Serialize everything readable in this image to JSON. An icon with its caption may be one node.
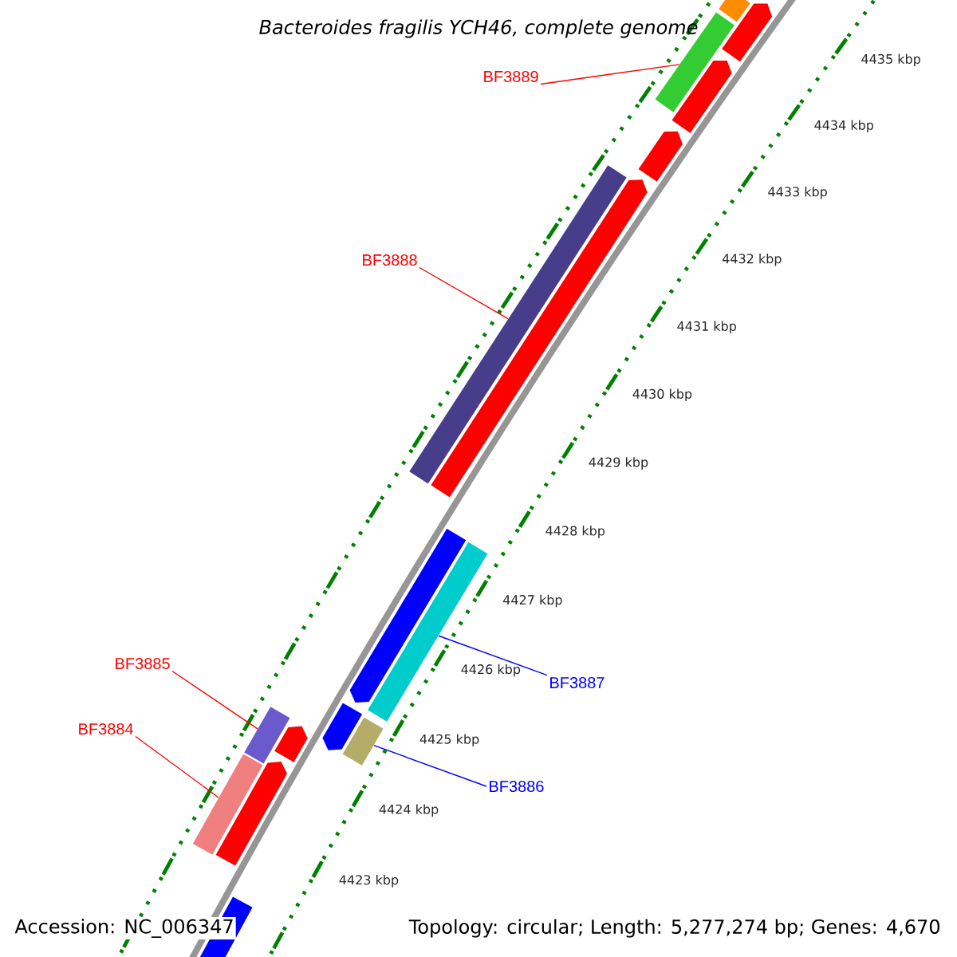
{
  "diagram": {
    "title": "Bacteroides fragilis YCH46, complete genome",
    "nodes": [
      {
        "text": [
          "BF3889"
        ]
      },
      {
        "text": [
          "BF3888"
        ]
      },
      {
        "text": [
          "BF3885"
        ]
      },
      {
        "text": [
          "BF3887"
        ]
      },
      {
        "text": [
          "BF3884"
        ]
      },
      {
        "text": [
          "BF3886"
        ]
      },
      {
        "text": [],
        "shape": "bar"
      },
      {
        "text": [],
        "shape": "pentagon"
      },
      {
        "text": [],
        "shape": "bar"
      },
      {
        "text": [],
        "shape": "pentagon"
      },
      {
        "text": [],
        "shape": "pentagon"
      },
      {
        "text": [],
        "shape": "bar"
      },
      {
        "text": [],
        "shape": "pentagon"
      },
      {
        "text": [],
        "shape": "pentagon"
      },
      {
        "text": [],
        "shape": "bar"
      },
      {
        "text": [],
        "shape": "pentagon"
      },
      {
        "text": [],
        "shape": "bar"
      },
      {
        "text": [],
        "shape": "bar"
      },
      {
        "text": [],
        "shape": "pentagon"
      },
      {
        "text": [],
        "shape": "bar"
      },
      {
        "text": [],
        "shape": "pentagon"
      },
      {
        "text": [],
        "shape": "pentagon"
      }
    ],
    "edges": [
      {
        "from": 0,
        "to": 8,
        "arrow": "none"
      },
      {
        "from": 1,
        "to": 11,
        "arrow": "none"
      },
      {
        "from": 2,
        "to": 16,
        "arrow": "none"
      },
      {
        "from": 3,
        "to": 14,
        "arrow": "none",
        "color": "#0000ff"
      },
      {
        "from": 4,
        "to": 19,
        "arrow": "none"
      },
      {
        "from": 5,
        "to": 17,
        "arrow": "none",
        "color": "#0000ff"
      }
    ],
    "labels": [
      "4435 kbp",
      "4434 kbp",
      "4433 kbp",
      "4432 kbp",
      "4431 kbp",
      "4430 kbp",
      "4429 kbp",
      "4428 kbp",
      "4427 kbp",
      "4426 kbp",
      "4425 kbp",
      "4424 kbp",
      "4423 kbp",
      "Accession: NC_006347",
      "Topology: circular; Length: 5,277,274 bp; Genes: 4,670"
    ]
  }
}
